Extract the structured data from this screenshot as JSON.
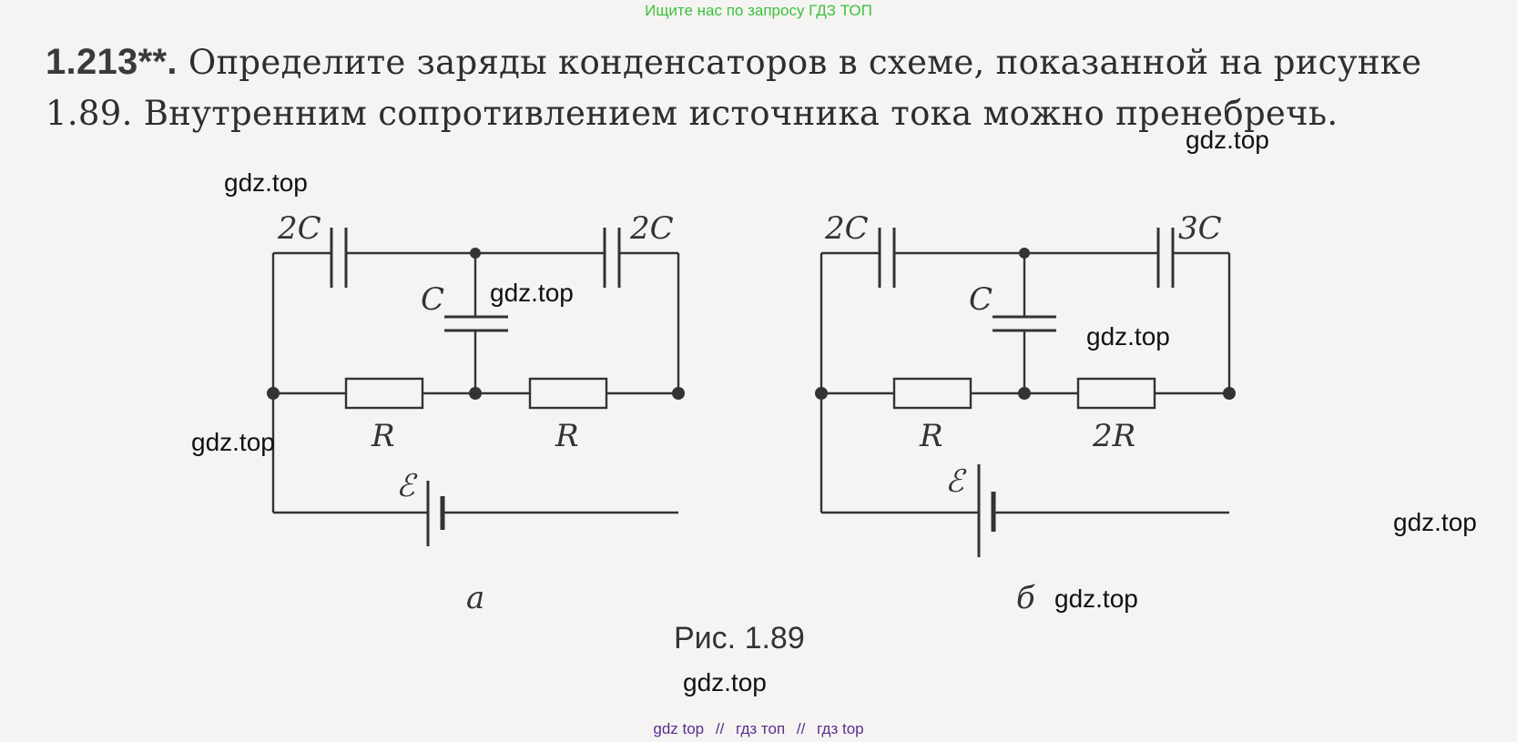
{
  "banner": "Ищите нас по запросу ГДЗ ТОП",
  "problem": {
    "number": "1.213**.",
    "text": "Определите заряды конденсаторов в схеме, показанной на рисунке 1.89. Внутренним сопротивлением источника тока можно пренебречь."
  },
  "watermark": "gdz.top",
  "figure": {
    "caption": "Рис. 1.89",
    "a": {
      "label": "а",
      "c_left": "2C",
      "c_right": "2C",
      "c_mid": "C",
      "r_left": "R",
      "r_right": "R",
      "emf": "ℰ"
    },
    "b": {
      "label": "б",
      "c_left": "2C",
      "c_right": "3C",
      "c_mid": "C",
      "r_left": "R",
      "r_right": "2R",
      "emf": "ℰ"
    }
  },
  "footer": {
    "link1": "gdz top",
    "sep1": "//",
    "link2": "гдз топ",
    "sep2": "//",
    "link3": "гдз top"
  }
}
